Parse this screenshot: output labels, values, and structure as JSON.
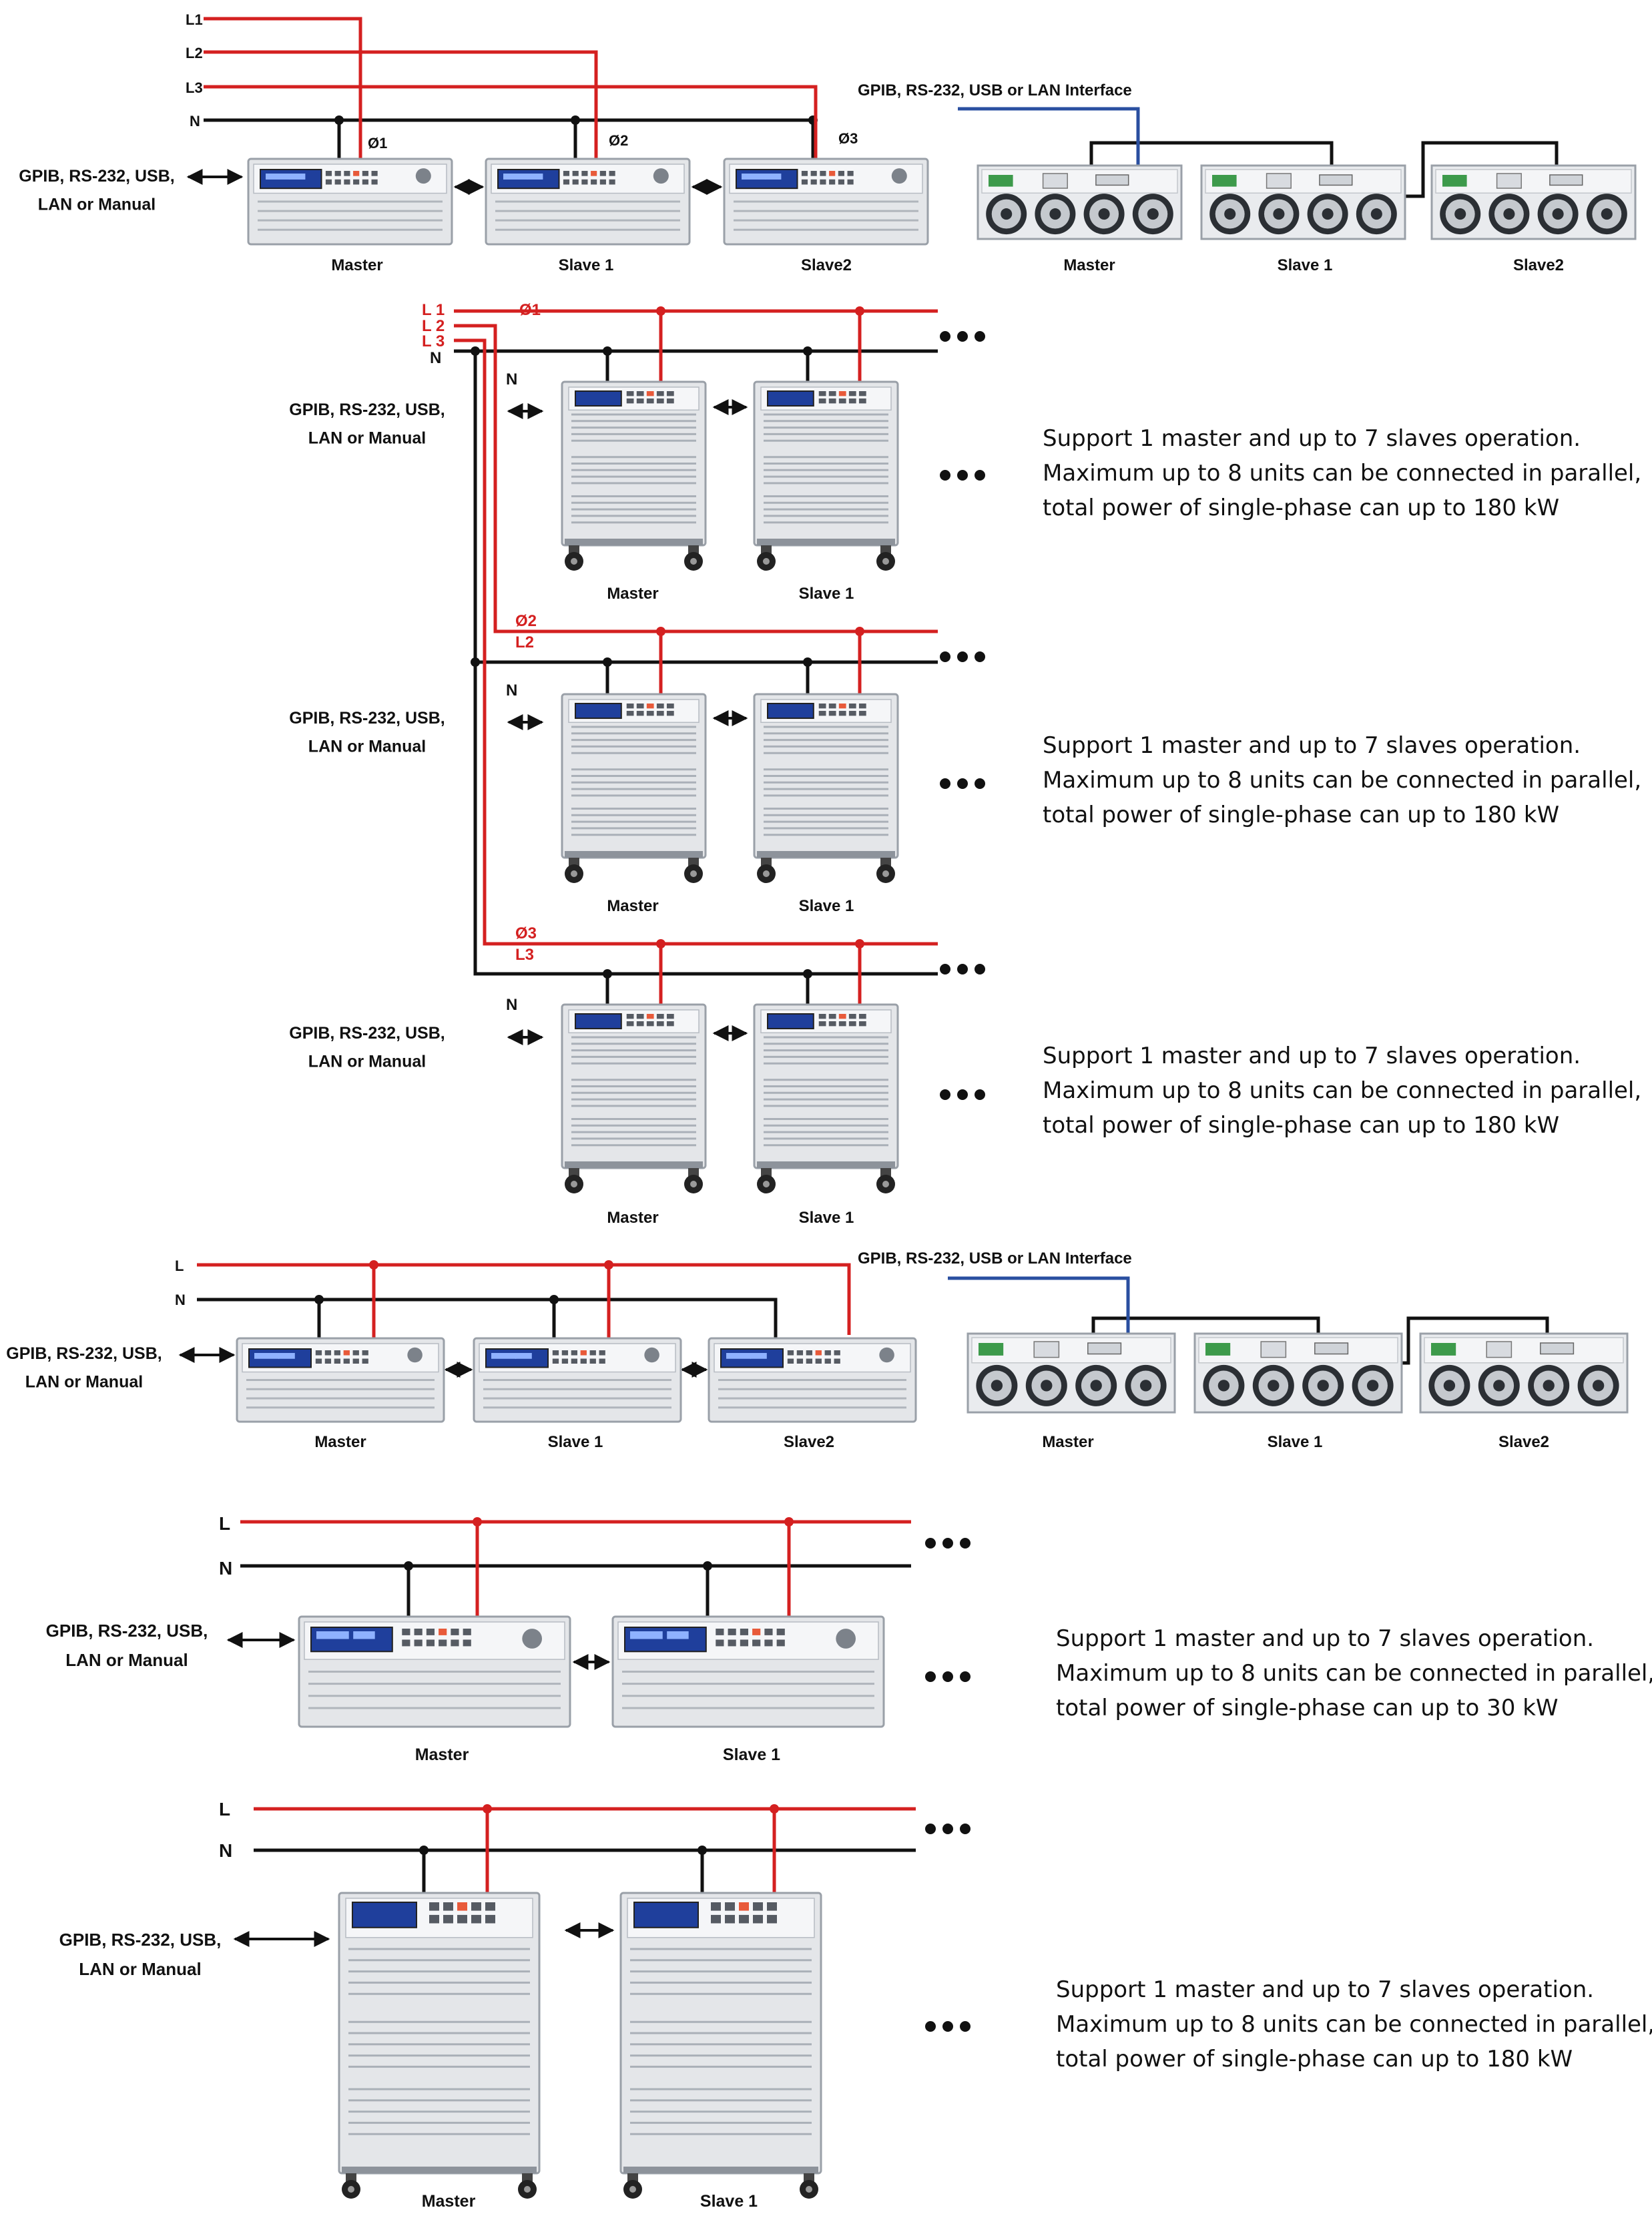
{
  "colors": {
    "line": "#d42020",
    "neutral": "#111111",
    "interface": "#2a4fa0",
    "device_body": "#e4e6e9",
    "device_edge": "#9aa0a8",
    "display": "#1f3f9c"
  },
  "labels": {
    "line_names": [
      "L1",
      "L2",
      "L3"
    ],
    "line_names_spaced": [
      "L 1",
      "L 2",
      "L 3"
    ],
    "phase": [
      "Ø1",
      "Ø2",
      "Ø3"
    ],
    "line_single": "L",
    "neutral": "N",
    "l2": "L2",
    "l3": "L3",
    "control_lines": [
      "GPIB, RS-232, USB,",
      "LAN or Manual"
    ],
    "interface_label": "GPIB, RS-232, USB or LAN Interface",
    "master": "Master",
    "slave1": "Slave 1",
    "slave2": "Slave2",
    "ellipsis": "•••"
  },
  "notes": {
    "note_180": [
      "Support 1 master and up to 7 slaves operation.",
      "Maximum up to 8 units can be connected in parallel,",
      "total power of single-phase can up to 180 kW"
    ],
    "note_30": [
      "Support 1 master and up to 7 slaves operation.",
      "Maximum up to 8 units can be connected in parallel,",
      "total power of single-phase can up to 30 kW"
    ]
  }
}
